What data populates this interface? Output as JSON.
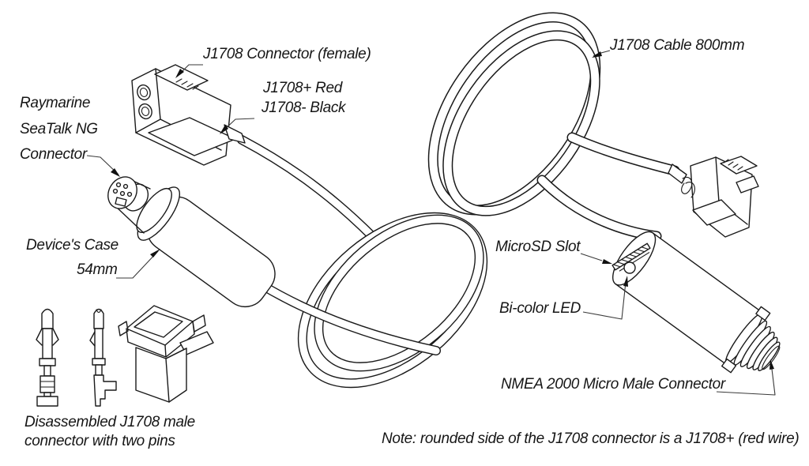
{
  "diagram": {
    "title": "J1708 adapter device technical illustration",
    "background_color": "#ffffff",
    "line_color": "#1a1a1a",
    "leader_color": "#3a3a3a",
    "labels": {
      "j1708_female": "J1708 Connector (female)",
      "wire_plus": "J1708+ Red",
      "wire_minus": "J1708- Black",
      "raymarine_line1": "Raymarine",
      "raymarine_line2": "SeaTalk NG",
      "raymarine_line3": "Connector",
      "case_line1": "Device's Case",
      "case_line2": "54mm",
      "disassembled_line1": "Disassembled J1708 male",
      "disassembled_line2": "connector with two pins",
      "cable": "J1708 Cable 800mm",
      "microsd": "MicroSD Slot",
      "led": "Bi-color LED",
      "nmea": "NMEA 2000 Micro Male Connector",
      "note": "Note: rounded side of the J1708 connector is a J1708+ (red wire)"
    }
  }
}
